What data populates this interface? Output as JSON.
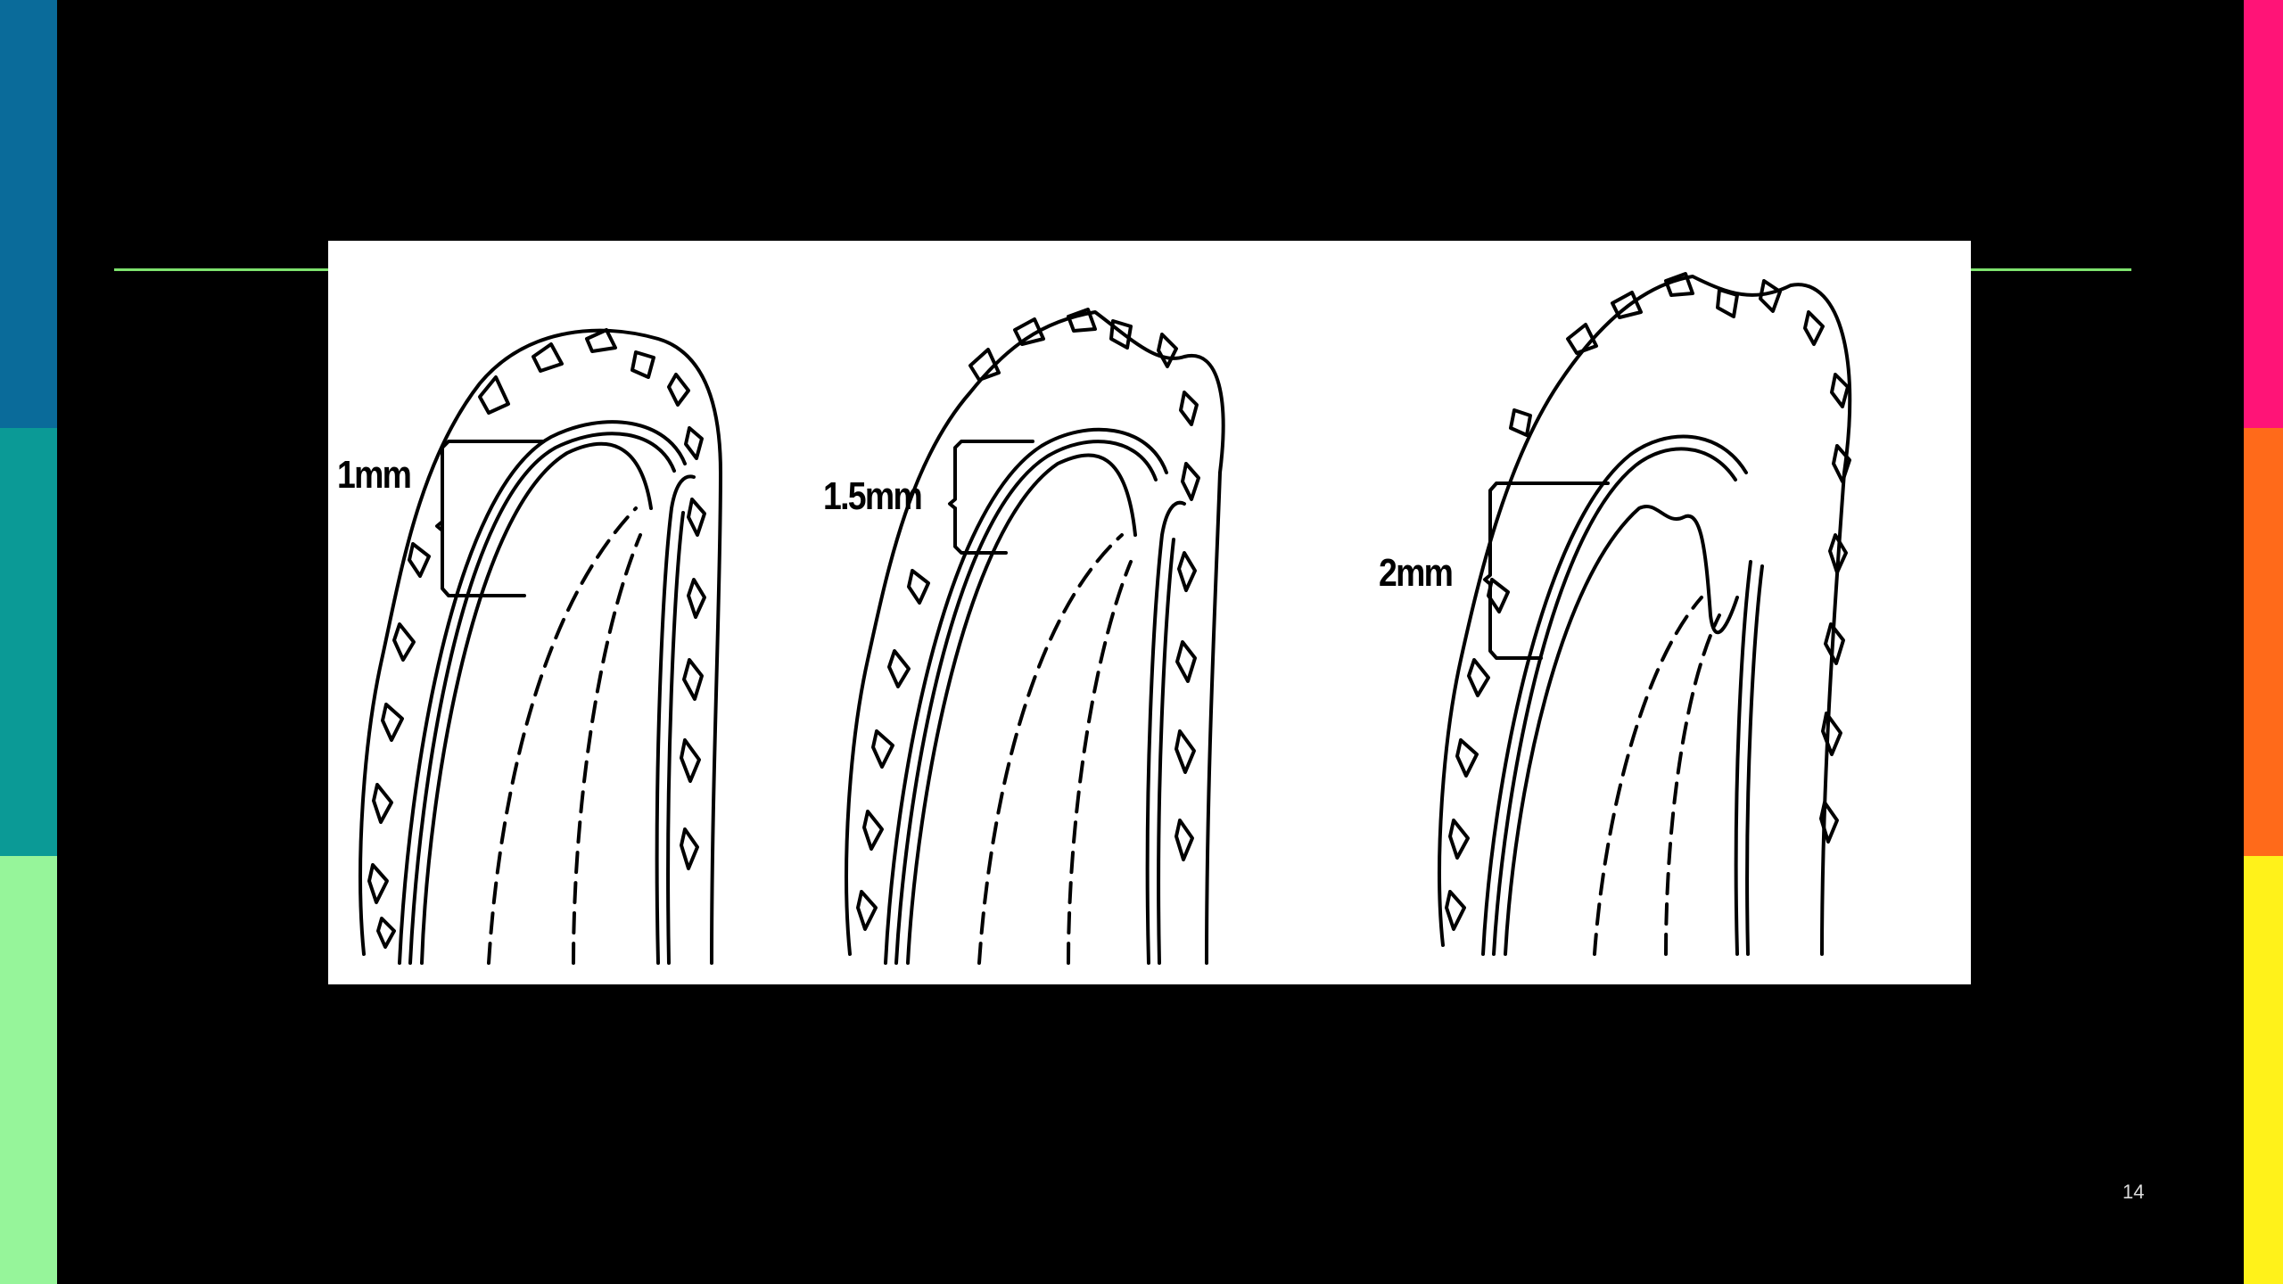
{
  "theme": {
    "background": "#000000",
    "rule_color": "#7ee36e",
    "left_stripes": [
      "#0a6b9a",
      "#0b9a96",
      "#96f59a"
    ],
    "right_stripes": [
      "#ff1477",
      "#ff6a1a",
      "#fff21a"
    ]
  },
  "diagram": {
    "labels": [
      "1mm",
      "1.5mm",
      "2mm"
    ]
  },
  "slide": {
    "number": "14"
  }
}
